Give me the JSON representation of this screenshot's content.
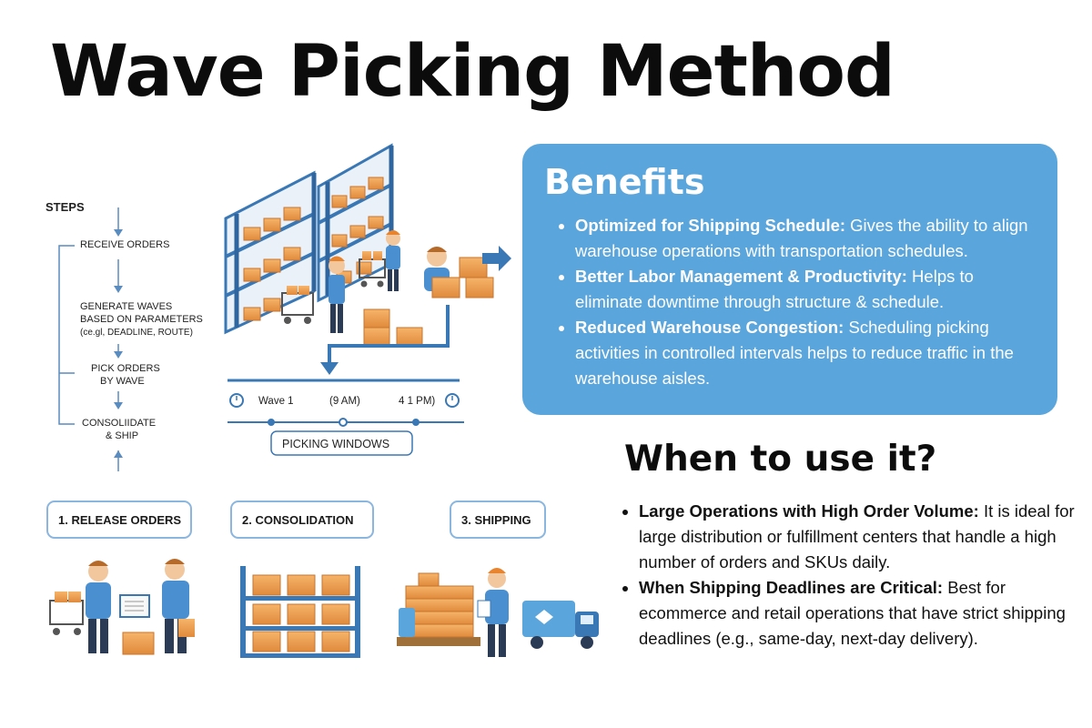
{
  "title": "Wave Picking Method",
  "steps": {
    "heading": "STEPS",
    "items": [
      {
        "line1": "RECEIVE ORDERS"
      },
      {
        "line1": "GENERATE WAVES",
        "line2": "BASED ON PARAMETERS",
        "line3": "(ce.gl, DEADLINE, ROUTE)"
      },
      {
        "line1": "PICK ORDERS",
        "line2": "BY WAVE"
      },
      {
        "line1": "CONSOLIIDATE",
        "line2": "& SHIP"
      }
    ]
  },
  "timeline": {
    "wave": "Wave 1",
    "time1": "(9 AM)",
    "time2": "4 1 PM)",
    "label": "PICKING WINDOWS"
  },
  "stages": [
    {
      "label": "1. RELEASE ORDERS"
    },
    {
      "label": "2. CONSOLIDATION"
    },
    {
      "label": "3. SHIPPING"
    }
  ],
  "benefits": {
    "heading": "Benefits",
    "items": [
      {
        "bold": "Optimized for Shipping Schedule:",
        "text": " Gives the ability to align warehouse operations with transportation schedules."
      },
      {
        "bold": "Better Labor Management & Productivity:",
        "text": " Helps to eliminate downtime through structure & schedule."
      },
      {
        "bold": "Reduced Warehouse Congestion:",
        "text": " Scheduling picking activities in controlled intervals helps to reduce traffic in the warehouse aisles."
      }
    ]
  },
  "when": {
    "heading": "When to use it?",
    "items": [
      {
        "bold": "Large Operations with High Order Volume:",
        "text": " It is ideal for large distribution or fulfillment centers that handle a high number of orders and SKUs daily."
      },
      {
        "bold": "When Shipping Deadlines are Critical:",
        "text": " Best for ecommerce and retail operations that have strict shipping deadlines (e.g., same-day, next-day delivery)."
      }
    ]
  },
  "colors": {
    "accent_blue": "#5aa5dc",
    "rack_blue": "#3a78b5",
    "box_orange": "#f0a050"
  }
}
